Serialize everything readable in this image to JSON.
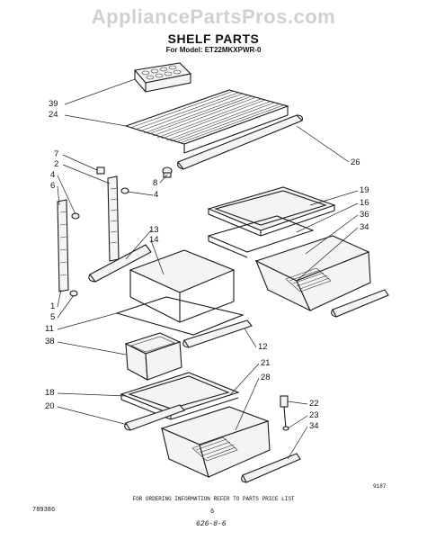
{
  "header": {
    "watermark": "AppliancePartsPros.com",
    "title": "SHELF PARTS",
    "model_line": "For Model: ET22MKXPWR-0"
  },
  "callouts": [
    "39",
    "24",
    "26",
    "7",
    "2",
    "8",
    "4",
    "4",
    "6",
    "19",
    "16",
    "36",
    "34",
    "13",
    "14",
    "1",
    "5",
    "11",
    "38",
    "12",
    "21",
    "28",
    "18",
    "20",
    "22",
    "23",
    "34"
  ],
  "footer": {
    "ordering_note": "FOR ORDERING INFORMATION REFER TO PARTS PRICE LIST",
    "part_code": "789386",
    "page_number": "6",
    "date_code": "9187",
    "handwritten": "626-8-6"
  }
}
